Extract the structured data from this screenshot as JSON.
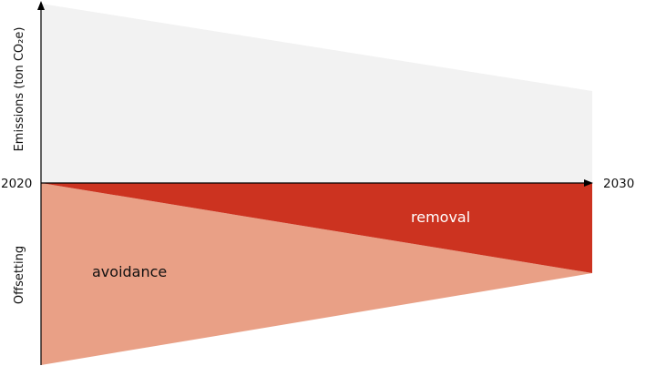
{
  "diagram": {
    "y_axis_upper_label": "Emissions (ton CO₂e)",
    "y_axis_lower_label": "Offsetting",
    "start_year": "2020",
    "end_year": "2030",
    "regions": {
      "emissions": {
        "color": "#f2f2f2"
      },
      "avoidance": {
        "label": "avoidance",
        "color": "#e9a086"
      },
      "removal": {
        "label": "removal",
        "color": "#cc3320"
      }
    },
    "axis_color": "#000000"
  }
}
